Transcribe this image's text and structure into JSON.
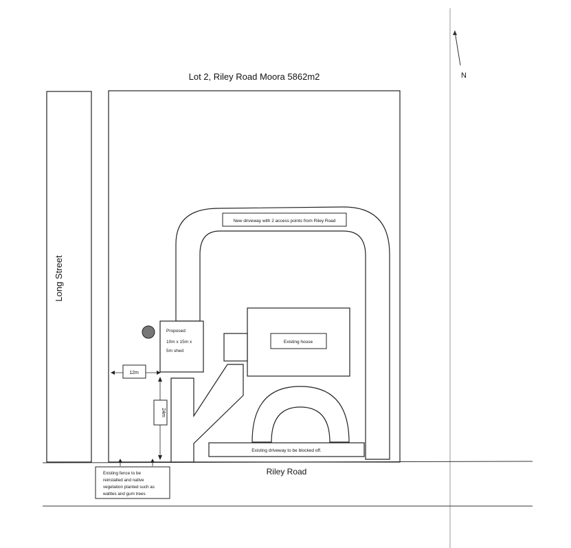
{
  "title": "Lot 2, Riley Road Moora 5862m2",
  "north_label": "N",
  "streets": {
    "long_street": "Long Street",
    "riley_road": "Riley Road"
  },
  "labels": {
    "new_driveway": "New driveway with 2 access points from Riley Road",
    "shed_line1": "Proposed",
    "shed_line2": "10m x 15m x",
    "shed_line3": "5m shed",
    "existing_house": "Existing house",
    "existing_driveway": "Existing driveway to be blocked off.",
    "dim_12m": "12m",
    "dim_24m": "24m",
    "fence_line1": "Existing fence to be",
    "fence_line2": "reinstalled and native",
    "fence_line3": "vegetation planted such as",
    "fence_line4": "wattles and gum trees"
  },
  "colors": {
    "line": "#222222",
    "tree_fill": "#777777"
  }
}
